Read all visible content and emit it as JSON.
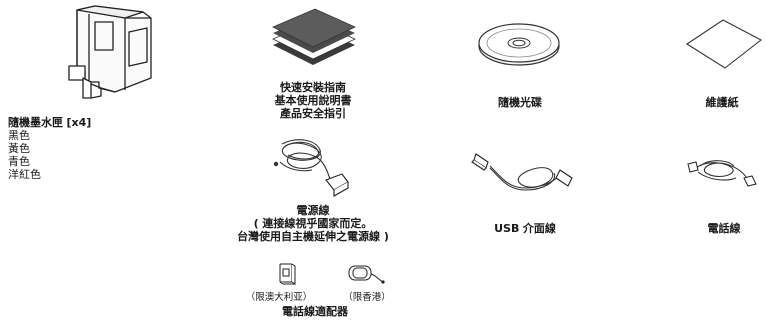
{
  "items": {
    "ink_cartridge": {
      "title": "隨機墨水匣",
      "count": "[x4]",
      "colors": [
        "黑色",
        "黃色",
        "青色",
        "洋紅色"
      ]
    },
    "documents": {
      "lines": [
        "快速安裝指南",
        "基本使用說明書",
        "產品安全指引"
      ]
    },
    "cdrom": {
      "label": "隨機光碟"
    },
    "cleaning_cloth": {
      "label": "維護紙"
    },
    "power_cord": {
      "title": "電源線",
      "note1": "( 連接線視乎國家而定。",
      "note2": "台灣使用自主機延伸之電源線 )"
    },
    "usb_cable": {
      "prefix": "USB",
      "label": "介面線"
    },
    "telephone_cord": {
      "label": "電話線"
    },
    "adapter": {
      "australia": "（限澳大利亚）",
      "hongkong": "（限香港）",
      "label": "電話線適配器"
    }
  }
}
